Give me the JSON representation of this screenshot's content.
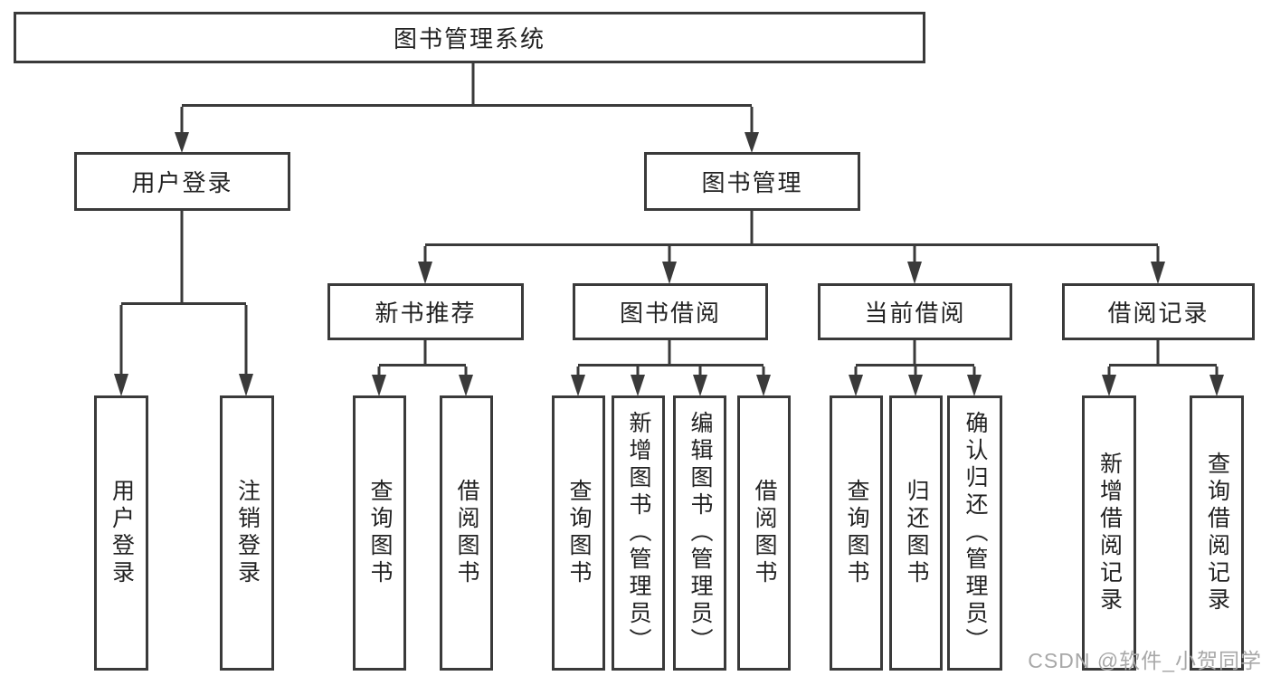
{
  "tree": {
    "root": {
      "label": "图书管理系统"
    },
    "branches": [
      {
        "label": "用户登录",
        "children": [
          {
            "label": "用户登录"
          },
          {
            "label": "注销登录"
          }
        ]
      },
      {
        "label": "图书管理",
        "children": [
          {
            "label": "新书推荐",
            "children": [
              {
                "label": "查询图书"
              },
              {
                "label": "借阅图书"
              }
            ]
          },
          {
            "label": "图书借阅",
            "children": [
              {
                "label": "查询图书"
              },
              {
                "label": "新增图书（管理员）"
              },
              {
                "label": "编辑图书（管理员）"
              },
              {
                "label": "借阅图书"
              }
            ]
          },
          {
            "label": "当前借阅",
            "children": [
              {
                "label": "查询图书"
              },
              {
                "label": "归还图书"
              },
              {
                "label": "确认归还（管理员）"
              }
            ]
          },
          {
            "label": "借阅记录",
            "children": [
              {
                "label": "新增借阅记录"
              },
              {
                "label": "查询借阅记录"
              }
            ]
          }
        ]
      }
    ]
  },
  "watermark": {
    "text": "CSDN @软件_小贺同学"
  },
  "colors": {
    "line": "#3a3a3a",
    "text": "#222222",
    "watermark": "#a8a8a8",
    "background": "#ffffff"
  }
}
